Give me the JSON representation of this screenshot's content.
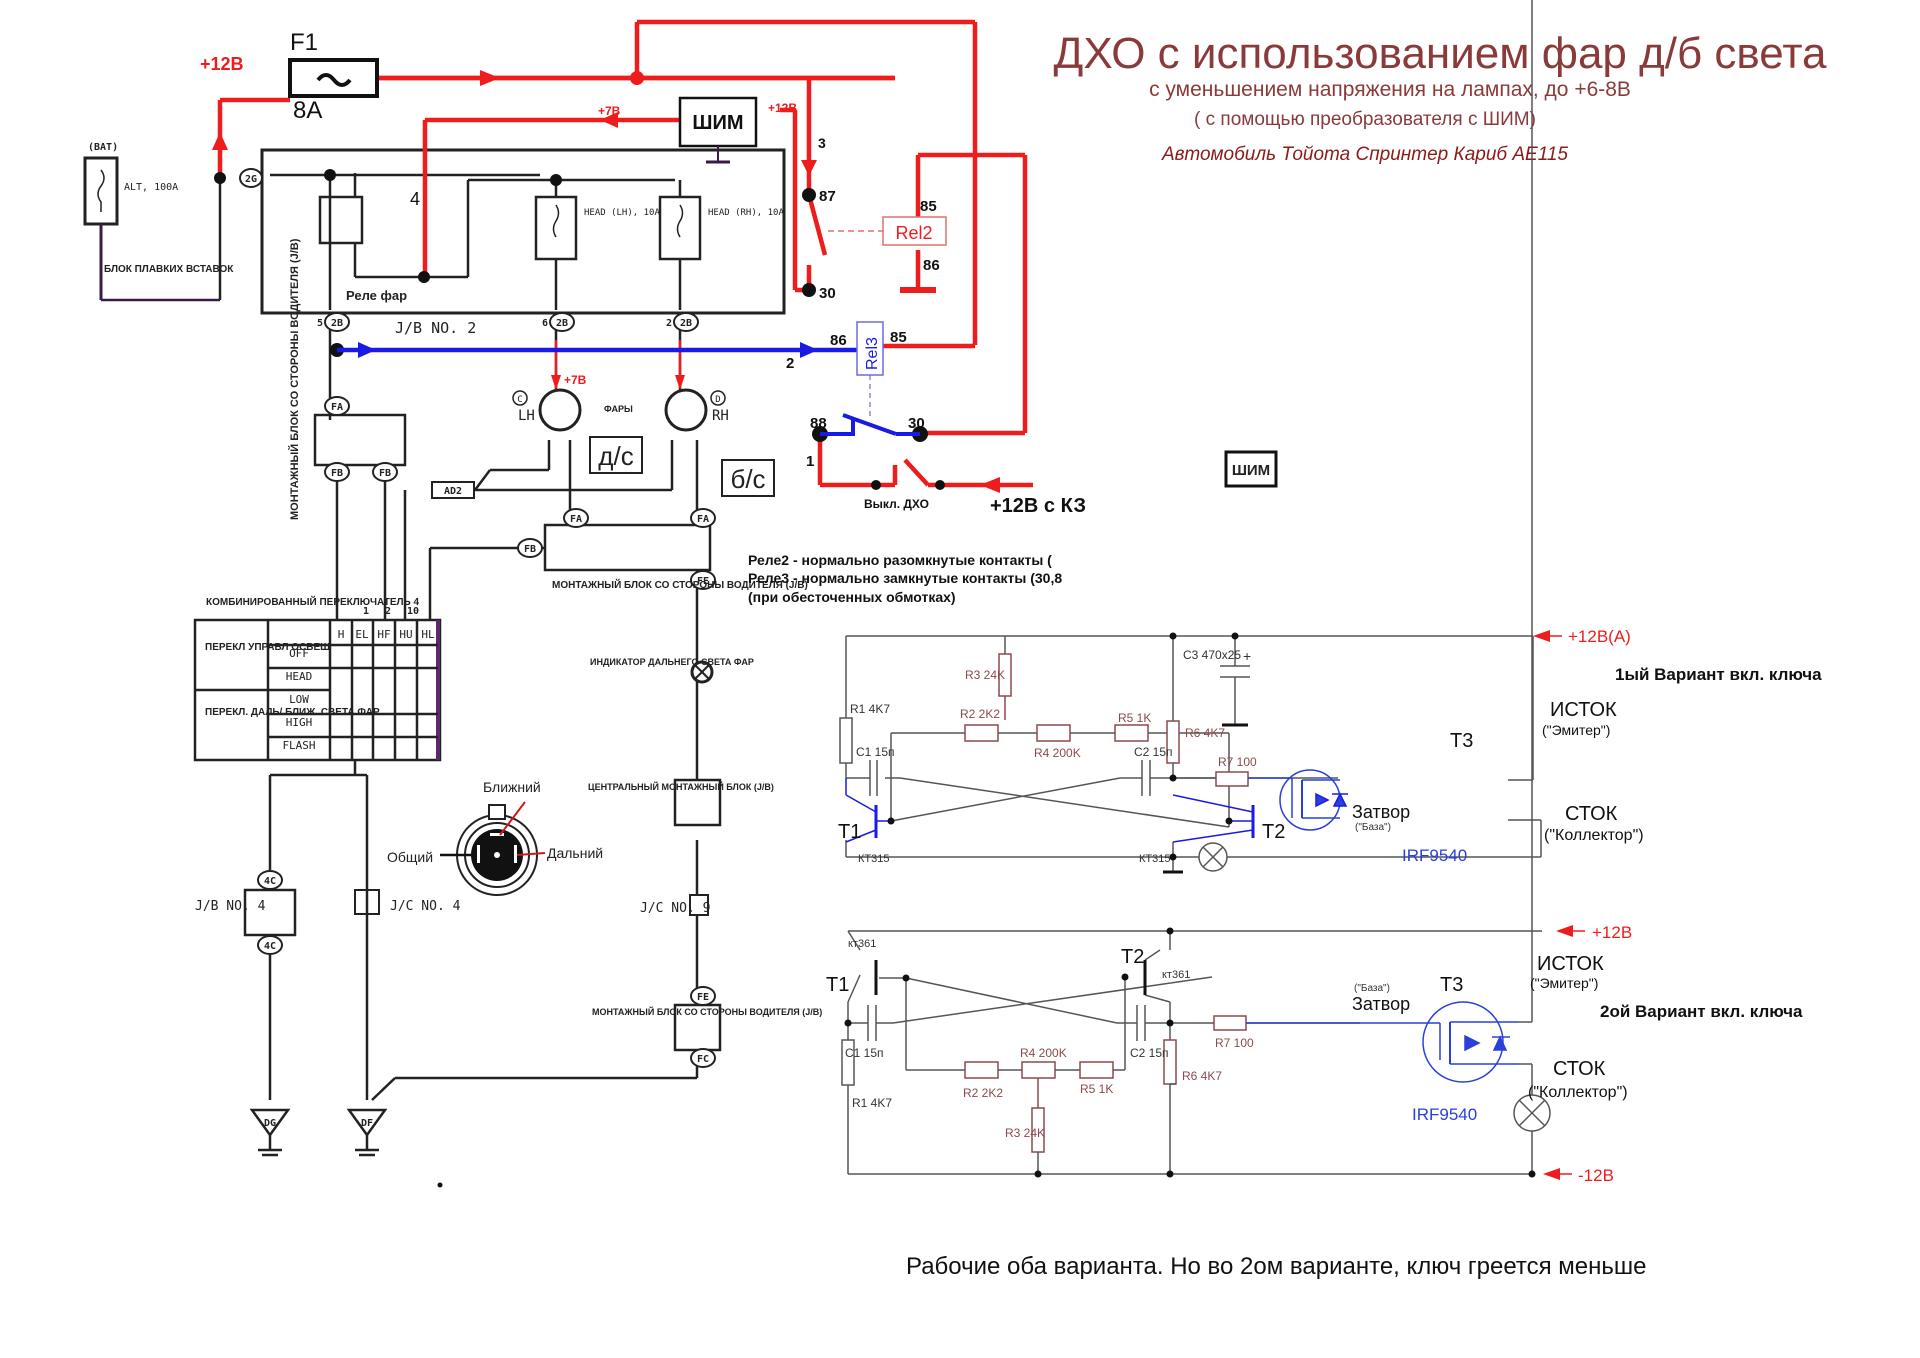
{
  "header": {
    "title": "ДХО с использованием фар д/б света",
    "subtitle1": "с уменьшением  напряжения на лампах, до +6-8В",
    "subtitle2": "( с помощью преобразователя с ШИМ)",
    "car": "Автомобиль Тойота Спринтер Кариб AE115"
  },
  "colors": {
    "title": "#8b3a3a",
    "power": "#ee1c1c",
    "signal": "#1a1ae6",
    "component": "#8b4a4a",
    "wire": "#222222",
    "mosfet": "#2a40d8"
  },
  "power_circuit": {
    "plus12_label": "+12В",
    "fuse_name": "F1",
    "fuse_rating": "8А",
    "pwm_label": "ШИМ",
    "pwm_in": "+12В",
    "pwm_out": "+7В",
    "wire_3": "3",
    "wire_4": "4",
    "rel2": {
      "name": "Rel2",
      "pin87": "87",
      "pin30": "30",
      "pin85": "85",
      "pin86": "86"
    },
    "rel3": {
      "name": "Rel3",
      "pin86": "86",
      "pin85": "85",
      "pin88": "88",
      "pin30": "30",
      "wire_2": "2",
      "wire_1": "1"
    },
    "switch_label": "Выкл. ДХО",
    "ignition_label": "+12В с КЗ",
    "lamp_plus": "+7В"
  },
  "factory": {
    "bat": "(BAT)",
    "alt": "ALT, 100A",
    "fuse_block": "БЛОК ПЛАВКИХ ВСТАВОК",
    "connector_2g": "2G",
    "relay_label": "Реле фар",
    "head_lh": "HEAD (LH), 10A",
    "head_rh": "HEAD (RH), 10A",
    "jb2": "J/B NO. 2",
    "conn_2b": "2B",
    "pin_5": "5",
    "pin_6": "6",
    "pin_2": "2",
    "jb_driver_vertical": "МОНТАЖНЫЙ БЛОК СО СТОРОНЫ ВОДИТЕЛЯ (J/B)",
    "fa": "FA",
    "fb": "FB",
    "fe": "FE",
    "fc": "FC",
    "lh": "LH",
    "rh": "RH",
    "c_mark": "C",
    "d_mark": "D",
    "headlights": "ФАРЫ",
    "drl_box": "д/с",
    "hb_box": "б/с",
    "ad2": "AD2",
    "jb_driver": "МОНТАЖНЫЙ БЛОК СО СТОРОНЫ ВОДИТЕЛЯ (J/B)",
    "combo_title": "КОМБИНИРОВАННЫЙ ПЕРЕКЛЮЧАТЕЛЬ 4",
    "combo_cols": [
      "H",
      "EL",
      "HF",
      "HU",
      "HL"
    ],
    "combo_pins": [
      "1",
      "2",
      "10"
    ],
    "combo_group1": "ПЕРЕКЛ УПРАВЛ ОСВЕЩ",
    "combo_group2": "ПЕРЕКЛ. ДАЛЬ/ БЛИЖ. СВЕТА ФАР",
    "combo_rows": [
      "OFF",
      "HEAD",
      "LOW",
      "HIGH",
      "FLASH"
    ],
    "indicator": "ИНДИКАТОР ДАЛЬНЕГО СВЕТА ФАР",
    "central_jb": "ЦЕНТРАЛЬНЫЙ МОНТАЖНЫЙ БЛОК (J/B)",
    "jc9": "J/C NO. 9",
    "jc4": "J/C NO. 4",
    "jb4": "J/B NO. 4",
    "conn_4c": "4C",
    "ground_dg": "DG",
    "ground_df": "DF",
    "bulb_low": "Ближний",
    "bulb_high": "Дальний",
    "bulb_common": "Общий",
    "pwm_box2": "ШИМ"
  },
  "notes": {
    "line1": "Реле2 - нормально разомкнутые контакты (",
    "line2": "Реле3 - нормально замкнутые контакты (30,8",
    "line3": " (при обесточенных обмотках)",
    "bottom": "Рабочие оба варианта. Но во 2ом варианте, ключ греется меньше"
  },
  "variant1": {
    "title": "1ый Вариант вкл. ключа",
    "supply": "+12В(А)",
    "r1": "R1 4K7",
    "r2": "R2 2K2",
    "r3": "R3 24K",
    "r4": "R4 200K",
    "r5": "R5 1K",
    "r6": "R6 4K7",
    "r7": "R7 100",
    "c1": "C1 15п",
    "c2": "C2 15п",
    "c3": "C3 470x25",
    "t1": "T1",
    "t2": "T2",
    "t3": "T3",
    "t_type": "КТ315",
    "mosfet": "IRF9540",
    "gate": "Затвор",
    "gate_alt": "(\"База\")",
    "source": "ИСТОК",
    "source_alt": "(\"Эмитер\")",
    "drain": "СТОК",
    "drain_alt": "(\"Коллектор\")"
  },
  "variant2": {
    "title": "2ой Вариант вкл. ключа",
    "supply_pos": "+12В",
    "supply_neg": "-12В",
    "r1": "R1 4K7",
    "r2": "R2 2K2",
    "r3": "R3 24K",
    "r4": "R4 200K",
    "r5": "R5 1K",
    "r6": "R6 4K7",
    "r7": "R7 100",
    "c1": "C1 15п",
    "c2": "C2 15п",
    "t1": "T1",
    "t2": "T2",
    "t3": "T3",
    "t_type": "кт361",
    "mosfet": "IRF9540",
    "gate": "Затвор",
    "gate_alt": "(\"База\")",
    "source": "ИСТОК",
    "source_alt": "(\"Эмитер\")",
    "drain": "СТОК",
    "drain_alt": "(\"Коллектор\")"
  }
}
